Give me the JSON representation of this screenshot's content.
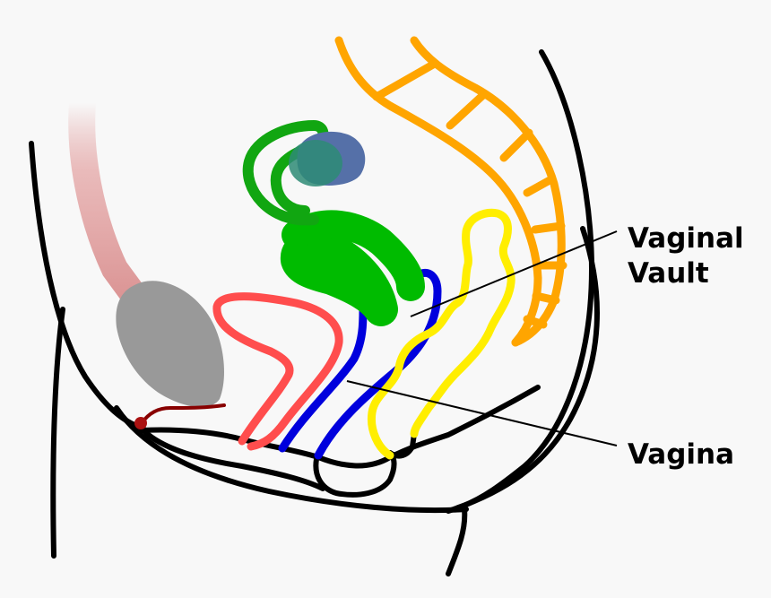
{
  "labels": {
    "vaginal_vault_line1": "Vaginal",
    "vaginal_vault_line2": "Vault",
    "vagina": "Vagina"
  },
  "colors": {
    "background": "#f8f8f8",
    "outline": "#000000",
    "bladder": "#ff4d4d",
    "vagina": "#0000dd",
    "uterus": "#00bb00",
    "ovary": "#5570a8",
    "rectum": "#ffee00",
    "sacrum": "#ffa500",
    "pubic_bone": "#999999",
    "urethra": "#880000"
  },
  "structures": [
    "body-outline",
    "pubic-bone",
    "bladder",
    "urethra",
    "vagina",
    "uterus",
    "fallopian-tube",
    "ovary",
    "rectum",
    "sacrum"
  ]
}
